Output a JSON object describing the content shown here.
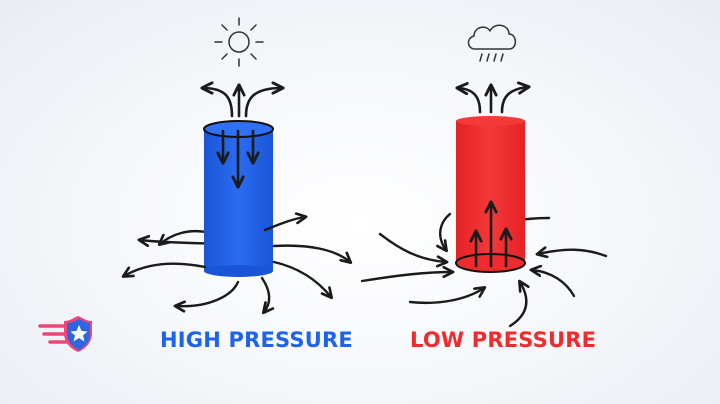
{
  "colors": {
    "high": "#1f63ea",
    "low": "#ef2b2d",
    "arrow": "#1b1b1b",
    "icon_stroke": "#333333",
    "logo_pink": "#f0447a",
    "logo_blue": "#2d67e0"
  },
  "labels": {
    "high": "HIGH PRESSURE",
    "low": "LOW PRESSURE"
  },
  "icons": {
    "high": "sun-icon",
    "low": "rain-cloud-icon",
    "logo": "shield-star-logo"
  },
  "air_flow": {
    "high": "down",
    "low": "up"
  }
}
